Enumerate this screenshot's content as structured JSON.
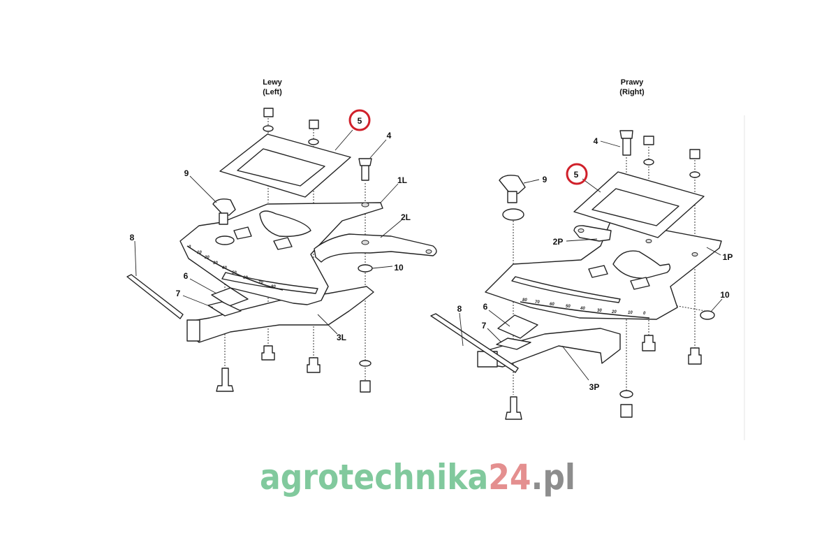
{
  "left": {
    "title": "Lewy",
    "subtitle": "(Left)",
    "labels": {
      "p4": "4",
      "p5": "5",
      "p1": "1L",
      "p2": "2L",
      "p10": "10",
      "p9": "9",
      "p8": "8",
      "p6": "6",
      "p7": "7",
      "p3": "3L"
    },
    "scale": [
      "0",
      "10",
      "20",
      "30",
      "40",
      "50",
      "60",
      "70",
      "80"
    ]
  },
  "right": {
    "title": "Prawy",
    "subtitle": "(Right)",
    "labels": {
      "p4": "4",
      "p5": "5",
      "p1": "1P",
      "p2": "2P",
      "p10": "10",
      "p9": "9",
      "p8": "8",
      "p6": "6",
      "p7": "7",
      "p3": "3P"
    },
    "scale": [
      "80",
      "70",
      "60",
      "50",
      "40",
      "30",
      "20",
      "10",
      "0"
    ]
  },
  "watermark": {
    "part1": "agrotechnika",
    "part2": "24",
    "part3": ".pl",
    "color1": "#6cc08c",
    "color2": "#e07c7c",
    "color3": "#7a7a7a"
  },
  "highlight_color": "#d0202a"
}
